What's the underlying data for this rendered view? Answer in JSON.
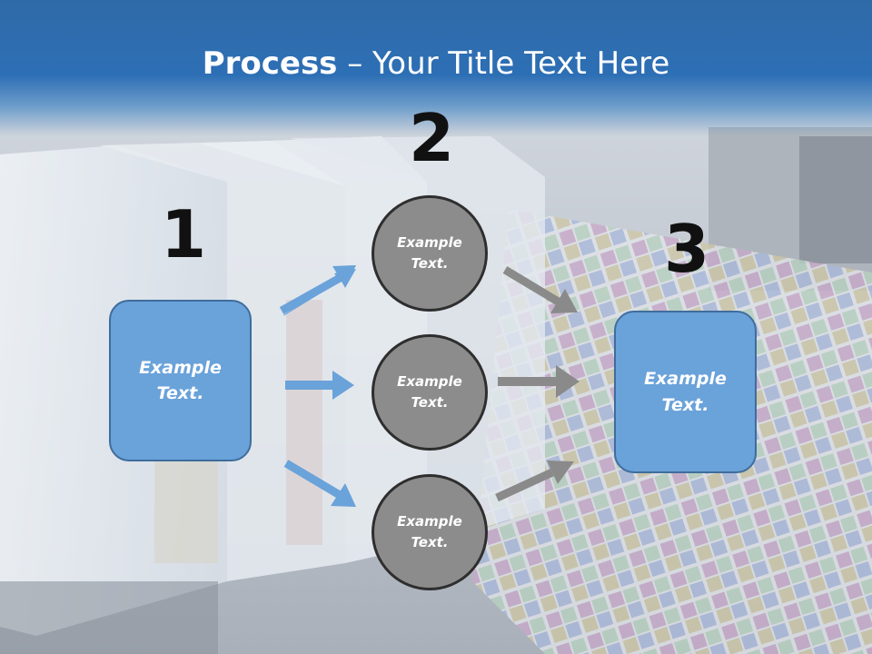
{
  "slide": {
    "title_bold": "Process",
    "title_rest": " – Your Title Text Here"
  },
  "steps": {
    "one": {
      "number": "1",
      "box_line1": "Example",
      "box_line2": "Text."
    },
    "two": {
      "number": "2",
      "circles": [
        {
          "line1": "Example",
          "line2": "Text."
        },
        {
          "line1": "Example",
          "line2": "Text."
        },
        {
          "line1": "Example",
          "line2": "Text."
        }
      ]
    },
    "three": {
      "number": "3",
      "box_line1": "Example",
      "box_line2": "Text."
    }
  },
  "colors": {
    "header_blue": "#2d6fb5",
    "box_blue": "#6aa2da",
    "circle_gray": "#8c8c8c",
    "blue_arrow": "#6aa2da",
    "gray_arrow": "#8a8a8a"
  },
  "background_image": "printer-ink-cartridges-color-swatches"
}
